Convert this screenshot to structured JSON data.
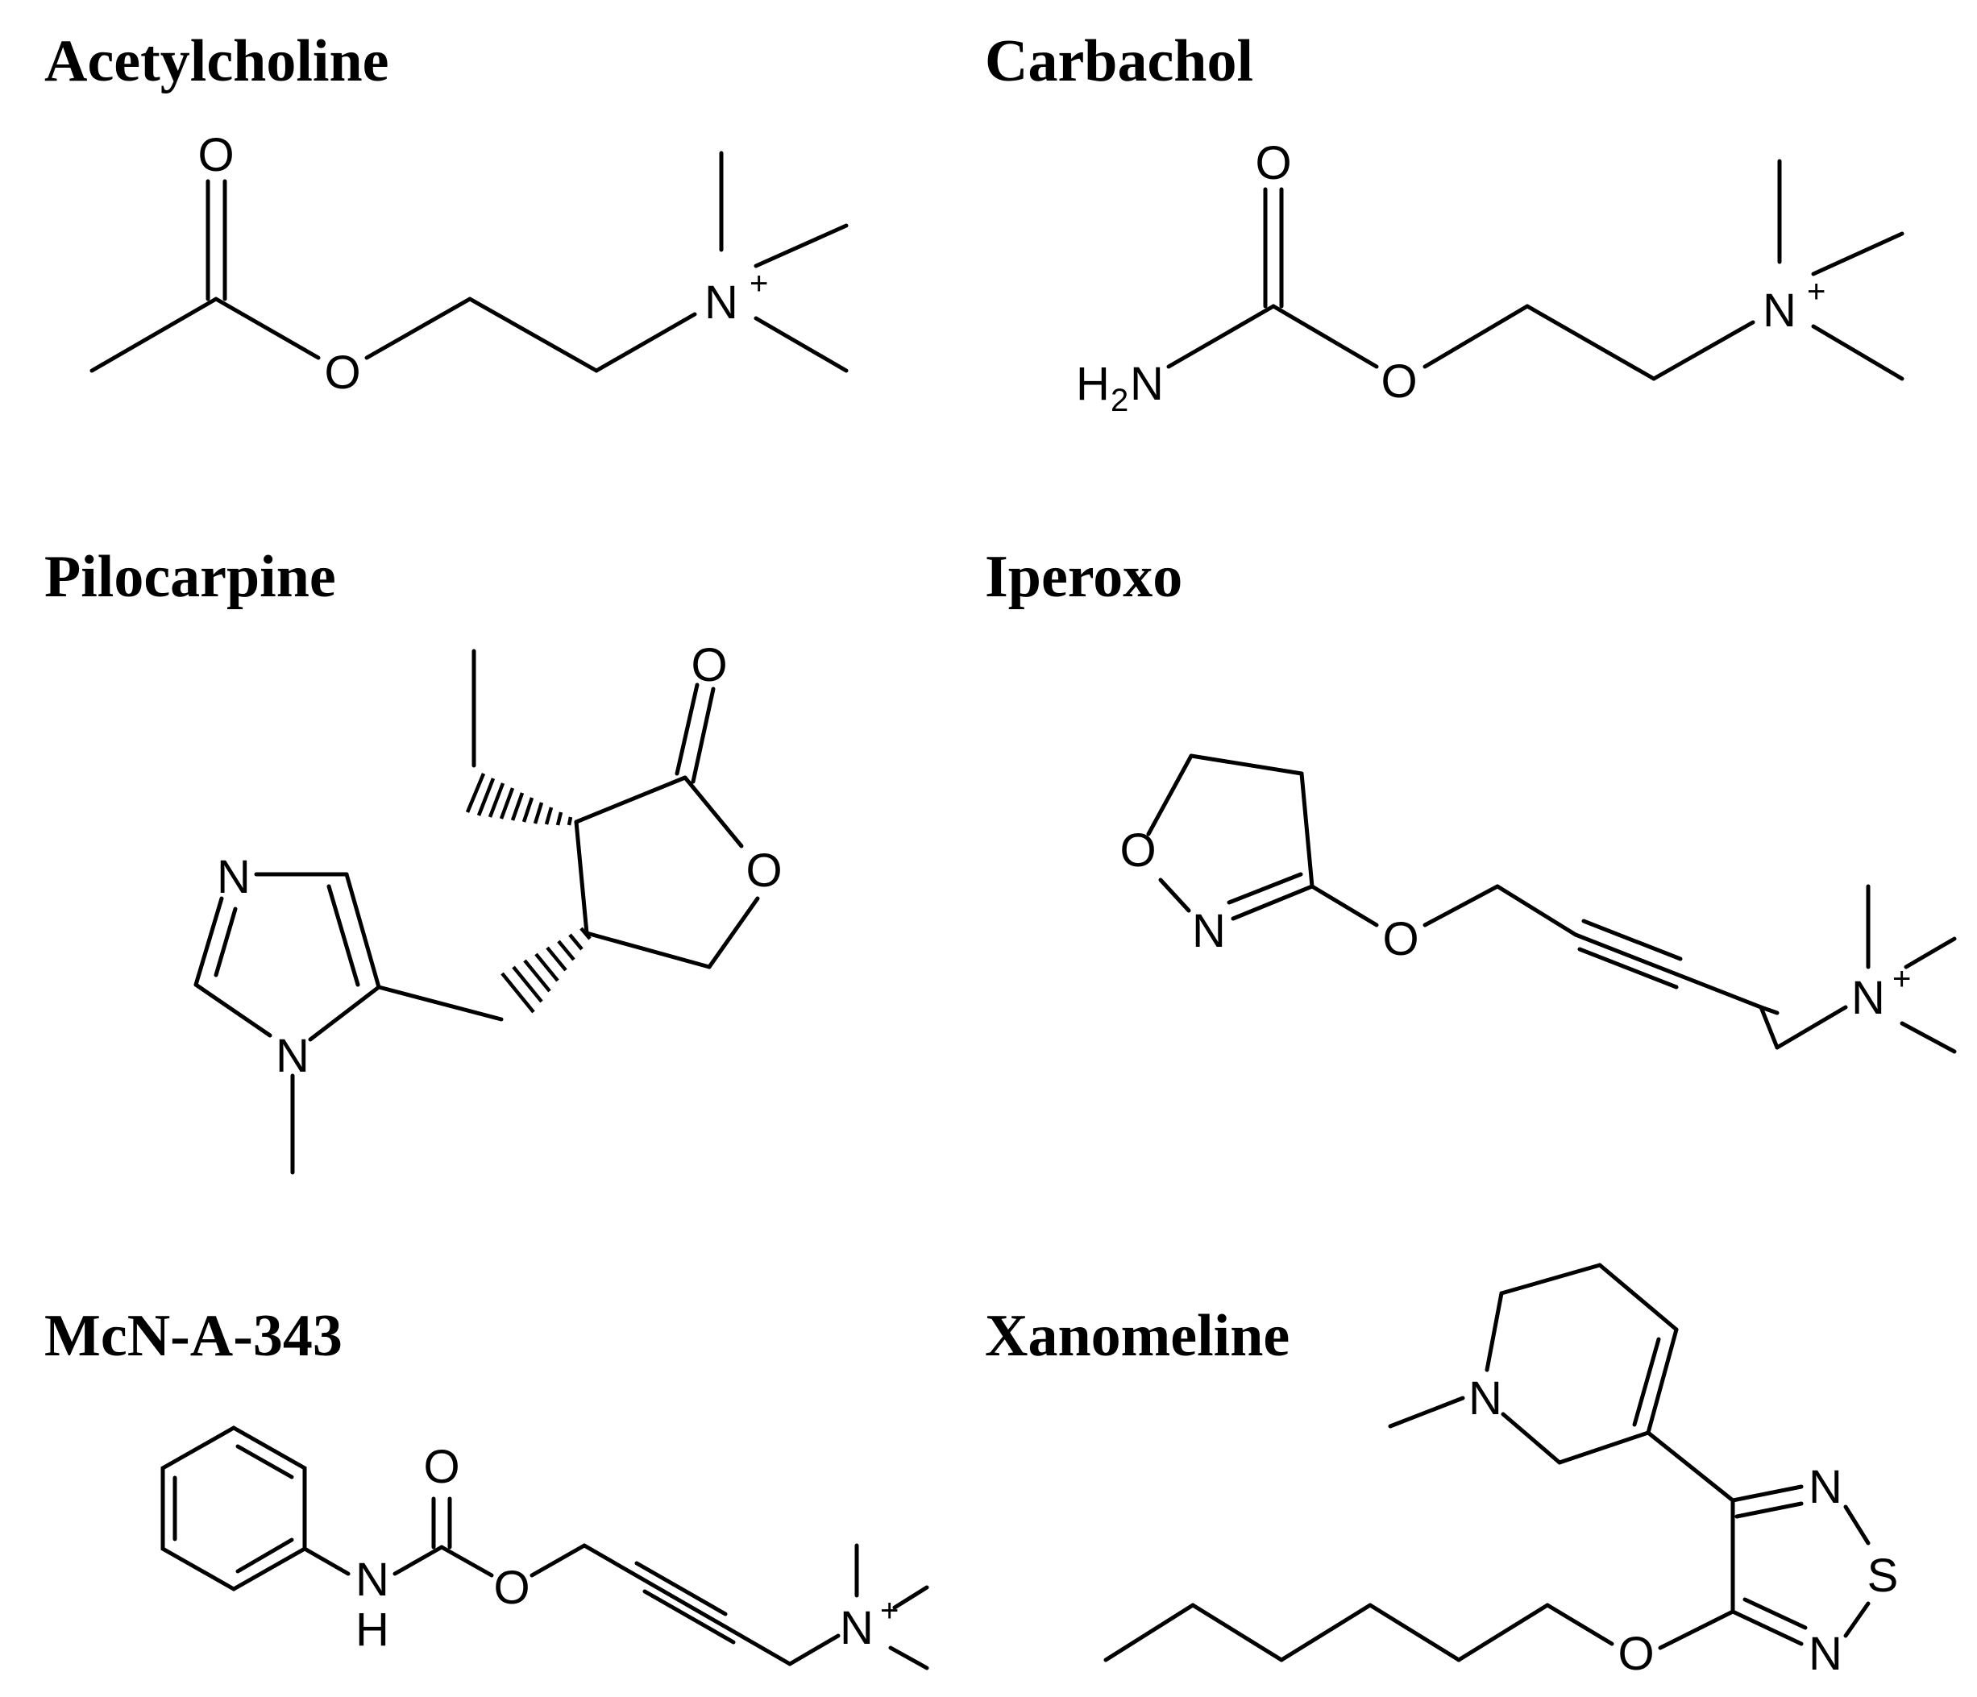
{
  "figure": {
    "molecules": [
      {
        "name": "Acetylcholine",
        "atoms": {
          "o_carbonyl": "O",
          "o_ester": "O",
          "n": "N",
          "charge": "+"
        }
      },
      {
        "name": "Carbachol",
        "atoms": {
          "o_carbonyl": "O",
          "o_ester": "O",
          "n": "N",
          "charge": "+",
          "amine_h": "H",
          "amine_sub": "2",
          "amine_n": "N"
        }
      },
      {
        "name": "Pilocarpine",
        "atoms": {
          "o_carbonyl": "O",
          "o_ring": "O",
          "n1": "N",
          "n3": "N"
        }
      },
      {
        "name": "Iperoxo",
        "atoms": {
          "o_ring": "O",
          "n_ring": "N",
          "o_ether": "O",
          "n": "N",
          "charge": "+"
        }
      },
      {
        "name": "McN-A-343",
        "atoms": {
          "o_carbonyl": "O",
          "o_ester": "O",
          "nh_n": "N",
          "nh_h": "H",
          "n": "N",
          "charge": "+"
        }
      },
      {
        "name": "Xanomeline",
        "atoms": {
          "n_ring": "N",
          "n_top": "N",
          "s": "S",
          "n_bottom": "N",
          "o_ether": "O"
        }
      }
    ]
  }
}
